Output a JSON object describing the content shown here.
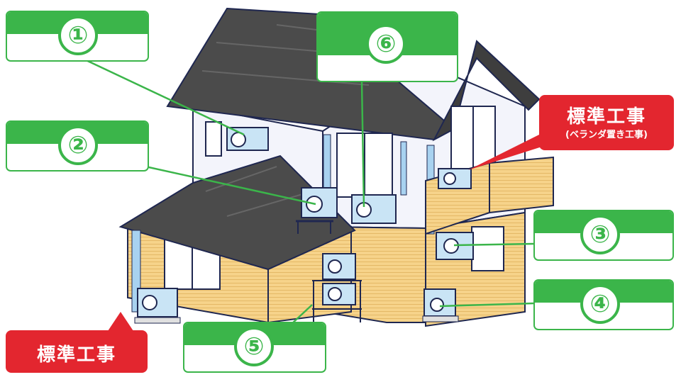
{
  "callouts": [
    {
      "label": "①"
    },
    {
      "label": "②"
    },
    {
      "label": "③"
    },
    {
      "label": "④"
    },
    {
      "label": "⑤"
    },
    {
      "label": "⑥"
    }
  ],
  "tags": {
    "bottom_left": {
      "main": "標準工事"
    },
    "right": {
      "main": "標準工事",
      "sub": "(ベランダ置き工事)"
    }
  },
  "colors": {
    "callout_green": "#3bb54a",
    "tag_red": "#e3262f",
    "wall_yellow": "#f6d38a",
    "wall_white": "#f3f4fb",
    "roof_dark": "#4b4b4b",
    "unit_blue": "#c9e4f5"
  }
}
